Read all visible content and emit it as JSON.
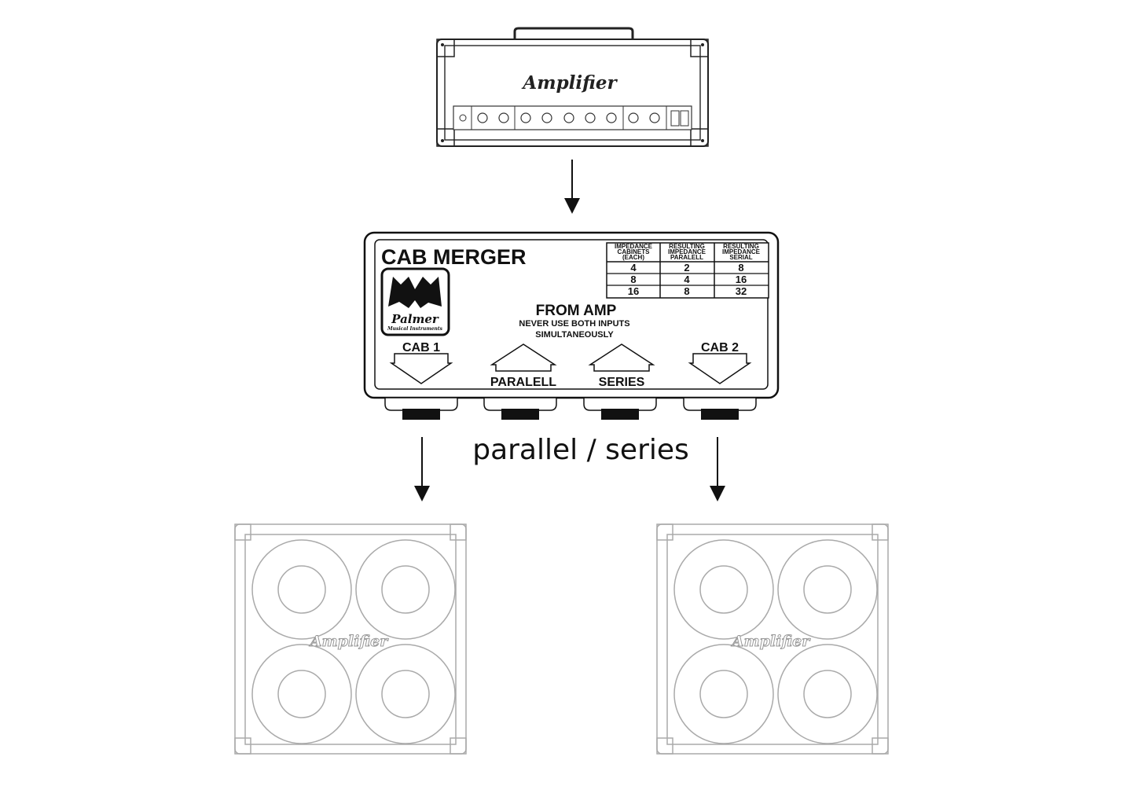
{
  "amplifier": {
    "brand": "Amplifier"
  },
  "merger": {
    "title": "CAB MERGER",
    "logo": {
      "name": "Palmer",
      "tagline": "Musical Instruments"
    },
    "table": {
      "headers": [
        [
          "IMPEDANCE",
          "CABINETS",
          "(EACH)"
        ],
        [
          "RESULTING",
          "IMPEDANCE",
          "PARALELL"
        ],
        [
          "RESULTING",
          "IMPEDANCE",
          "SERIAL"
        ]
      ],
      "rows": [
        [
          "4",
          "2",
          "8"
        ],
        [
          "8",
          "4",
          "16"
        ],
        [
          "16",
          "8",
          "32"
        ]
      ]
    },
    "from_amp": "FROM AMP",
    "warning_line1": "NEVER USE BOTH INPUTS",
    "warning_line2": "SIMULTANEOUSLY",
    "cab1": "CAB 1",
    "cab2": "CAB 2",
    "parallel": "PARALELL",
    "series": "SERIES"
  },
  "handwritten": "parallel / series",
  "cabinets": [
    {
      "brand": "Amplifier"
    },
    {
      "brand": "Amplifier"
    }
  ]
}
